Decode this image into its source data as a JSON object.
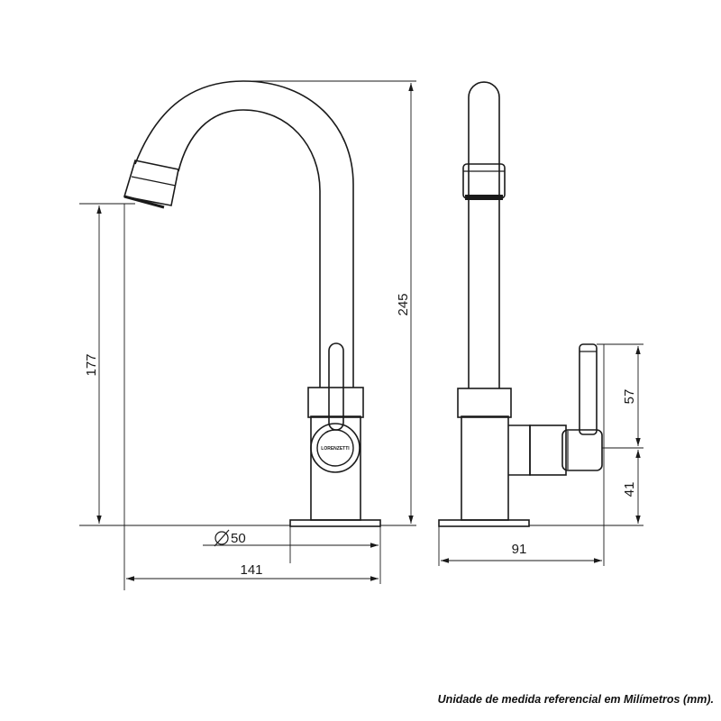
{
  "dimensions": {
    "height_spout": "177",
    "height_total": "245",
    "diameter_base": "50",
    "width_front": "141",
    "height_handle": "57",
    "height_outlet": "41",
    "width_side": "91"
  },
  "logo_text": "LORENZETTI",
  "footnote": "Unidade de medida referencial em Milímetros (mm)."
}
